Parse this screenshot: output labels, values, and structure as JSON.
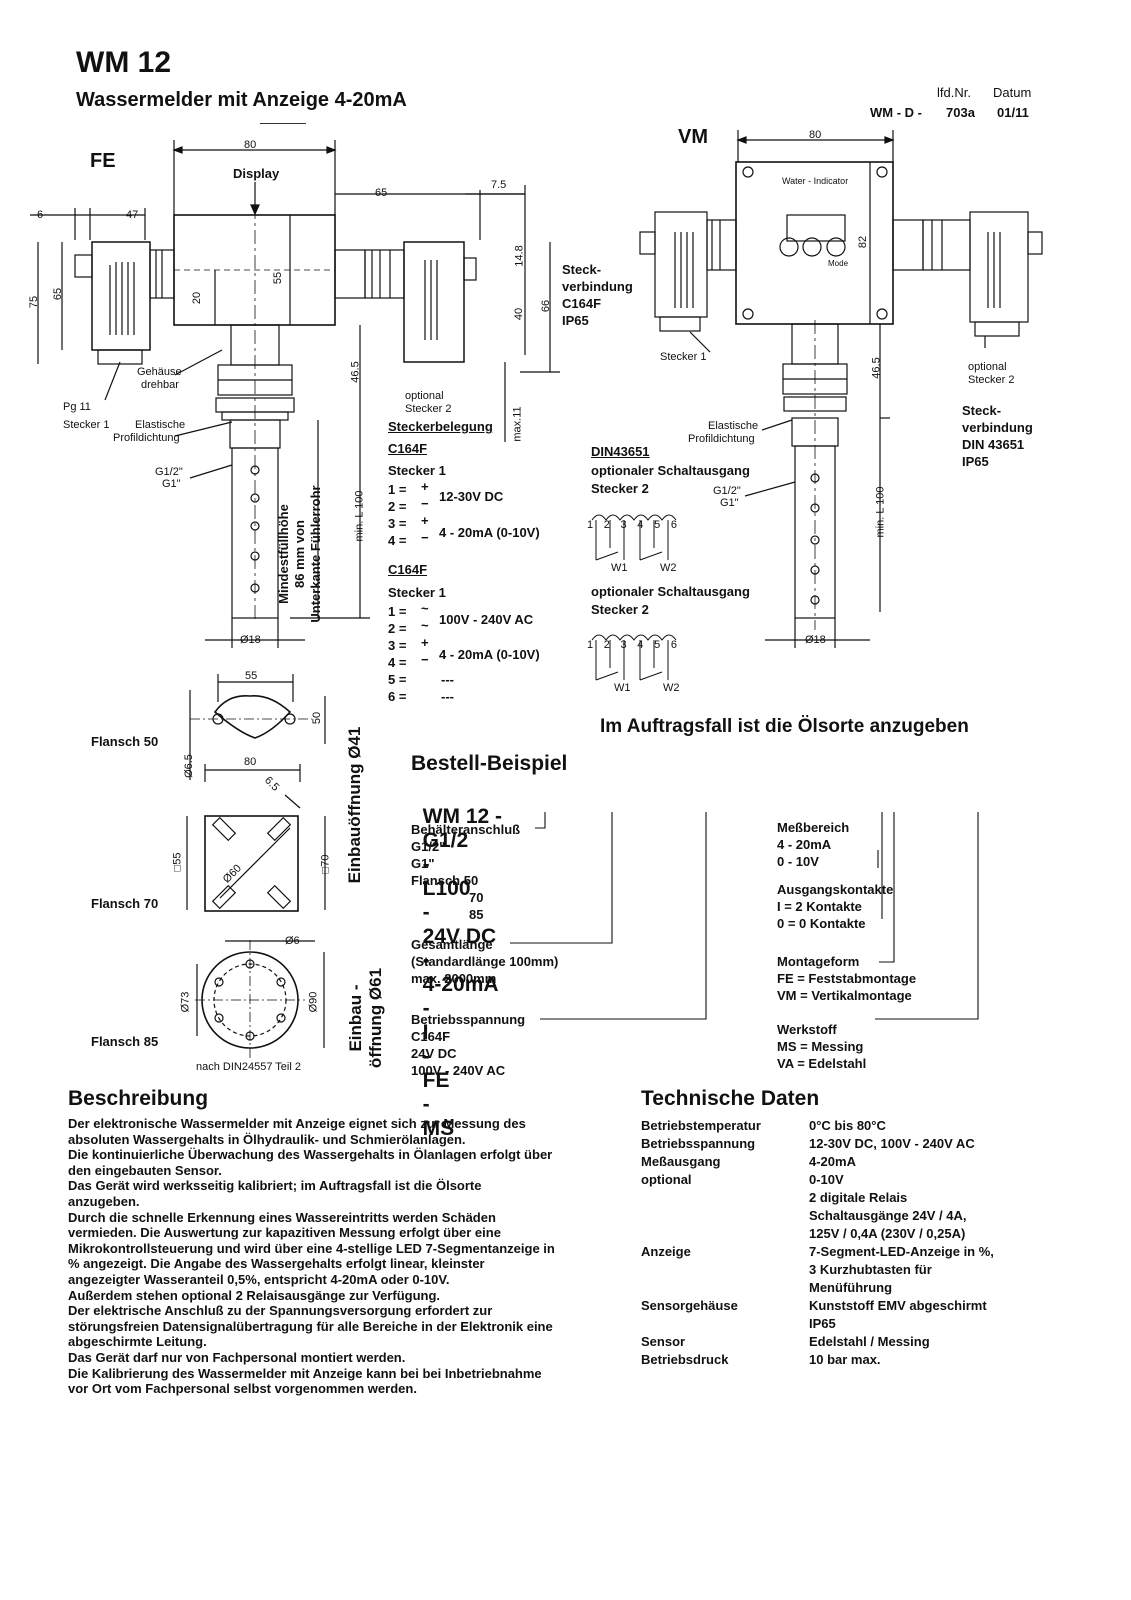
{
  "header": {
    "title": "WM 12",
    "subtitle": "Wassermelder mit Anzeige 4-20mA",
    "doc_labels": {
      "lfd": "lfd.Nr.",
      "datum": "Datum"
    },
    "doc_values": {
      "code": "WM - D -",
      "nr": "703a",
      "date": "01/11"
    }
  },
  "fe": {
    "label": "FE",
    "display_label": "Display",
    "dims": {
      "w80": "80",
      "d65": "65",
      "d7_5": "7.5",
      "d6": "6",
      "d47": "47",
      "d75": "75",
      "d65v": "65",
      "d20": "20",
      "d55": "55",
      "d14_8": "14.8",
      "d40": "40",
      "d66": "66",
      "d46_5": "46.5",
      "max11": "max.11",
      "minL100": "min. L 100",
      "dia18": "Ø18"
    },
    "labels": {
      "gehaeuse": "Gehäuse",
      "drehbar": "drehbar",
      "pg11": "Pg 11",
      "stecker1": "Stecker 1",
      "elastische": "Elastische",
      "profil": "Profildichtung",
      "g12": "G1/2\"",
      "g1": "G1\"",
      "optional": "optional",
      "stecker2": "Stecker 2"
    },
    "rot_label": {
      "l1": "Mindestfüllhöhe",
      "l2": "86 mm von",
      "l3": "Unterkante Fühlerrohr"
    },
    "steck_label": {
      "l1": "Steck-",
      "l2": "verbindung",
      "l3": "C164F",
      "l4": "IP65"
    }
  },
  "vm": {
    "label": "VM",
    "water_indicator": "Water - Indicator",
    "mode": "Mode",
    "dims": {
      "w80": "80",
      "d82": "82",
      "d46_5": "46.5",
      "minL100": "min. L 100",
      "dia18": "Ø18"
    },
    "labels": {
      "stecker1": "Stecker 1",
      "optional": "optional",
      "stecker2": "Stecker 2",
      "elastische": "Elastische",
      "profil": "Profildichtung",
      "g12": "G1/2\"",
      "g1": "G1\""
    },
    "steck_label": {
      "l1": "Steck-",
      "l2": "verbindung",
      "l3": "DIN 43651",
      "l4": "IP65"
    }
  },
  "steckerbelegung": {
    "title": "Steckerbelegung",
    "b1_title": "C164F",
    "b1_sub": "Stecker 1",
    "b1_pins": [
      "1 =",
      "2 =",
      "3 =",
      "4 ="
    ],
    "b1_sym": [
      "+",
      "−",
      "+",
      "−"
    ],
    "b1_v1": "12-30V DC",
    "b1_v2": "4 - 20mA (0-10V)",
    "b2_title": "C164F",
    "b2_sub": "Stecker 1",
    "b2_pins": [
      "1 =",
      "2 =",
      "3 =",
      "4 =",
      "5 =",
      "6 ="
    ],
    "b2_sym": [
      "~",
      "~",
      "+",
      "−"
    ],
    "b2_v1": "100V - 240V  AC",
    "b2_v2": "4 - 20mA (0-10V)",
    "b2_dash": [
      "---",
      "---"
    ]
  },
  "schalt": {
    "din": "DIN43651",
    "s1_l1": "optionaler Schaltausgang",
    "s1_l2": "Stecker 2",
    "s2_l1": "optionaler Schaltausgang",
    "s2_l2": "Stecker 2",
    "pins": [
      "1",
      "2",
      "3",
      "4",
      "5",
      "6"
    ],
    "w1": "W1",
    "w2": "W2"
  },
  "flansch": {
    "f50": "Flansch 50",
    "f70": "Flansch 70",
    "f85": "Flansch 85",
    "f50_dims": {
      "w": "55",
      "h": "50",
      "w2": "80",
      "hole": "Ø6.5"
    },
    "f70_dims": {
      "d": "6.5",
      "sq": "□55",
      "dia": "Ø60",
      "sq2": "□70"
    },
    "f85_dims": {
      "hole": "Ø6",
      "d73": "Ø73",
      "d90": "Ø90"
    },
    "note": "nach DIN24557 Teil 2",
    "einbau41": "Einbauöffnung Ø41",
    "einbau61_l1": "Einbau -",
    "einbau61_l2": "öffnung Ø61"
  },
  "order": {
    "note": "Im Auftragsfall ist die Ölsorte anzugeben",
    "title": "Bestell-Beispiel",
    "code_parts": [
      "WM 12 -",
      "G1/2",
      "-",
      "L100",
      "-",
      "24V DC",
      "-",
      "4-20mA",
      "-",
      "I",
      "-",
      "FE",
      "-",
      "MS"
    ],
    "behaelter": {
      "title": "Behälteranschluß",
      "items": [
        "G1/2\"",
        "G1\"",
        "Flansch 50",
        "70",
        "85"
      ]
    },
    "gesamt": {
      "title": "Gesamtlänge",
      "items": [
        "(Standardlänge 100mm)",
        "max. 2000mm"
      ]
    },
    "betrieb": {
      "title": "Betriebsspannung",
      "items": [
        "C164F",
        "24V DC",
        "100V - 240V AC"
      ]
    },
    "mess": {
      "title": "Meßbereich",
      "items": [
        "4 - 20mA",
        "0 - 10V"
      ]
    },
    "ausgang": {
      "title": "Ausgangskontakte",
      "items": [
        "I  = 2 Kontakte",
        "0 = 0 Kontakte"
      ]
    },
    "montage": {
      "title": "Montageform",
      "items": [
        "FE = Feststabmontage",
        "VM = Vertikalmontage"
      ]
    },
    "werkstoff": {
      "title": "Werkstoff",
      "items": [
        "MS = Messing",
        "VA = Edelstahl"
      ]
    }
  },
  "beschreibung": {
    "title": "Beschreibung",
    "lines": [
      "Der elektronische Wassermelder mit Anzeige eignet sich zur Messung des",
      "absoluten Wassergehalts in Ölhydraulik- und Schmierölanlagen.",
      "Die kontinuierliche Überwachung des Wassergehalts in Ölanlagen erfolgt über",
      "den eingebauten Sensor.",
      "Das Gerät wird werksseitig kalibriert; im Auftragsfall ist die Ölsorte",
      "anzugeben.",
      "Durch die schnelle Erkennung eines Wassereintritts werden Schäden",
      "vermieden.  Die Auswertung zur kapazitiven Messung erfolgt über eine",
      "Mikrokontrollsteuerung und wird über eine 4-stellige LED 7-Segmentanzeige in",
      "% angezeigt. Die Angabe des Wassergehalts erfolgt linear, kleinster",
      "angezeigter Wasseranteil 0,5%, entspricht 4-20mA oder 0-10V.",
      "Außerdem stehen optional 2 Relaisausgänge zur Verfügung.",
      "Der elektrische Anschluß zu der Spannungsversorgung erfordert zur",
      "störungsfreien Datensignalübertragung für alle Bereiche in der Elektronik eine",
      "abgeschirmte Leitung.",
      "Das Gerät darf nur von Fachpersonal montiert werden.",
      "Die Kalibrierung des Wassermelder mit Anzeige kann bei bei Inbetriebnahme",
      "vor Ort vom Fachpersonal selbst vorgenommen werden."
    ]
  },
  "technische": {
    "title": "Technische Daten",
    "rows": [
      {
        "k": "Betriebstemperatur",
        "v": "0°C bis 80°C"
      },
      {
        "k": "Betriebsspannung",
        "v": "12-30V DC, 100V - 240V AC"
      },
      {
        "k": "Meßausgang",
        "v": "4-20mA"
      },
      {
        "k": "optional",
        "v": "0-10V"
      },
      {
        "k": "",
        "v": "2 digitale Relais"
      },
      {
        "k": "",
        "v": "Schaltausgänge 24V / 4A,"
      },
      {
        "k": "",
        "v": "125V / 0,4A (230V / 0,25A)"
      },
      {
        "k": "Anzeige",
        "v": "7-Segment-LED-Anzeige in  %,"
      },
      {
        "k": "",
        "v": "3 Kurzhubtasten für"
      },
      {
        "k": "",
        "v": "Menüführung"
      },
      {
        "k": "Sensorgehäuse",
        "v": "Kunststoff EMV abgeschirmt"
      },
      {
        "k": "",
        "v": "IP65"
      },
      {
        "k": "Sensor",
        "v": "Edelstahl / Messing"
      },
      {
        "k": "Betriebsdruck",
        "v": "10 bar max."
      }
    ]
  }
}
